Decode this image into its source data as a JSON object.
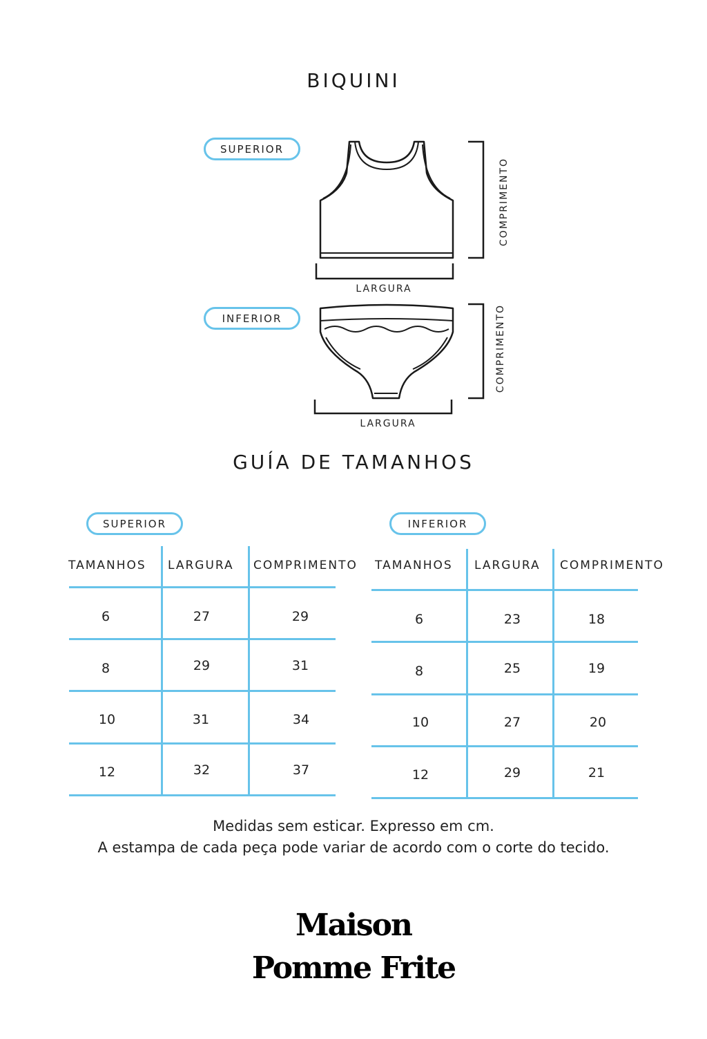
{
  "header": {
    "title": "BIQUINI"
  },
  "diagram": {
    "top_label": "SUPERIOR",
    "bottom_label": "INFERIOR",
    "width_label": "LARGURA",
    "length_label": "COMPRIMENTO"
  },
  "guide": {
    "title": "GUÍA DE TAMANHOS",
    "superior": {
      "label": "SUPERIOR",
      "headers": [
        "TAMANHOS",
        "LARGURA",
        "COMPRIMENTO"
      ],
      "rows": [
        [
          "6",
          "27",
          "29"
        ],
        [
          "8",
          "29",
          "31"
        ],
        [
          "10",
          "31",
          "34"
        ],
        [
          "12",
          "32",
          "37"
        ]
      ]
    },
    "inferior": {
      "label": "INFERIOR",
      "headers": [
        "TAMANHOS",
        "LARGURA",
        "COMPRIMENTO"
      ],
      "rows": [
        [
          "6",
          "23",
          "18"
        ],
        [
          "8",
          "25",
          "19"
        ],
        [
          "10",
          "27",
          "20"
        ],
        [
          "12",
          "29",
          "21"
        ]
      ]
    }
  },
  "notes": {
    "line1": "Medidas sem esticar. Expresso em cm.",
    "line2": "A estampa de cada peça pode variar de acordo com o corte do tecido."
  },
  "brand": {
    "line1": "Maison",
    "line2": "Pomme Frite"
  },
  "colors": {
    "accent": "#67c3ea",
    "ink": "#1a1a1a"
  }
}
